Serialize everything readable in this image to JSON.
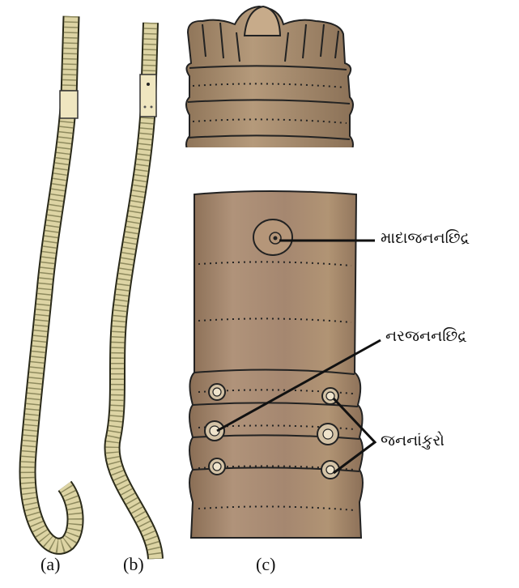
{
  "panels": [
    {
      "id": "a",
      "label": "(a)"
    },
    {
      "id": "b",
      "label": "(b)"
    },
    {
      "id": "c",
      "label": "(c)"
    }
  ],
  "annotations": {
    "female_pore": "માદાજનનછિદ્ર",
    "male_pore": "નરજનનછિદ્ર",
    "papillae": "જનનાંકુરો"
  },
  "colors": {
    "worm_body": "#ddd4a4",
    "worm_ring": "#8e8a5e",
    "clitellum": "#efe6c0",
    "tissue": "#a98a6b",
    "tissue_dark": "#8a6c52",
    "outline": "#222222"
  }
}
